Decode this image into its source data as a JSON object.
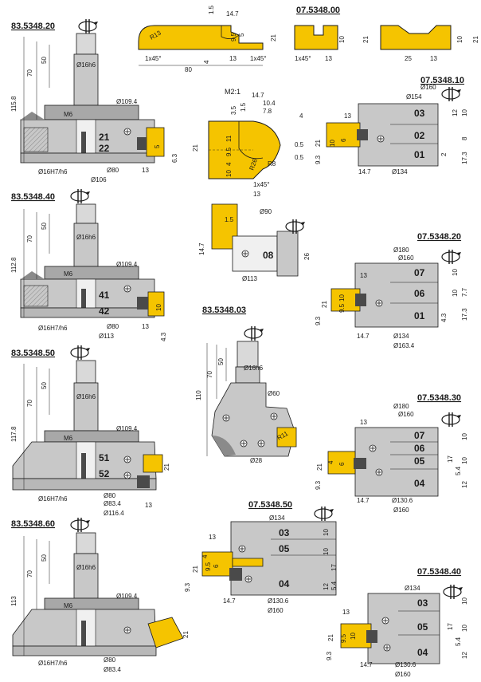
{
  "colors": {
    "yellow": "#f5c400",
    "grey": "#c8c8c8",
    "dark": "#4a4a4a",
    "line": "#1a1a1a",
    "light": "#e4e4e4"
  },
  "codes": {
    "c1": "83.5348.20",
    "c2": "07.5348.00",
    "c3": "07.5348.10",
    "c4": "83.5348.40",
    "c5": "07.5348.20",
    "c6": "83.5348.03",
    "c7": "83.5348.50",
    "c8": "07.5348.30",
    "c9": "07.5348.50",
    "c10": "83.5348.60",
    "c11": "07.5348.40"
  },
  "scale": "M2:1",
  "top_profile": {
    "d1": "14.7",
    "d2": "1.5",
    "d3": "R13",
    "d4": "9.5",
    "d5": "5",
    "d6": "21",
    "d7": "1x45°",
    "d8": "4",
    "d9": "13",
    "d10": "1x45°",
    "d11": "80"
  },
  "small_a": {
    "d1": "21",
    "d2": "10",
    "d3": "13",
    "d4": "1x45°"
  },
  "small_b": {
    "d1": "21",
    "d2": "10",
    "d3": "25",
    "d4": "13"
  },
  "tool1": {
    "h1": "115.8",
    "h2": "70",
    "h3": "50",
    "shank": "Ø16h6",
    "d1": "Ø109.4",
    "m": "M6",
    "n1": "21",
    "n2": "22",
    "bore": "Ø16H7/h6",
    "d2": "Ø80",
    "d3": "Ø106",
    "w1": "13",
    "w2": "6.3",
    "w3": "5"
  },
  "detail": {
    "a": "14.7",
    "b": "10.4",
    "c": "7.8",
    "d": "3.5",
    "e": "1.5",
    "f": "4",
    "g": "11",
    "h": "9.5",
    "i": "4",
    "j": "10",
    "k": "R26",
    "l": "R8",
    "m": "0.5",
    "n": "21",
    "o": "1x45°",
    "p": "13",
    "q": "0.5"
  },
  "t10": {
    "d1": "Ø160",
    "d2": "Ø154",
    "a": "03",
    "b": "02",
    "c": "01",
    "w1": "13",
    "w2": "12",
    "w3": "10",
    "w4": "8",
    "w5": "17.3",
    "w6": "2",
    "h1": "21",
    "h2": "9.3",
    "h3": "14.7",
    "d3": "Ø134",
    "x": "10",
    "y": "6"
  },
  "tool2": {
    "h1": "112.8",
    "h2": "70",
    "h3": "50",
    "shank": "Ø16h6",
    "d1": "Ø109.4",
    "m": "M6",
    "n1": "41",
    "n2": "42",
    "bore": "Ø16H7/h6",
    "d2": "Ø80",
    "d3": "Ø113",
    "w1": "13",
    "w2": "4.3",
    "w3": "10"
  },
  "t08": {
    "d1": "Ø90",
    "a": "1.5",
    "b": "14.7",
    "c": "08",
    "d": "26",
    "e": "Ø113"
  },
  "t20": {
    "d1": "Ø180",
    "d2": "Ø160",
    "a": "07",
    "b": "06",
    "c": "01",
    "w1": "13",
    "w2": "10",
    "w3": "7.7",
    "w4": "10",
    "w5": "17.3",
    "w6": "4.3",
    "h1": "21",
    "h2": "9.3",
    "h3": "14.7",
    "d3": "Ø134",
    "d4": "Ø163.4",
    "x": "10",
    "y": "9.5"
  },
  "t03": {
    "h1": "110",
    "h2": "70",
    "h3": "50",
    "shank": "Ø16h6",
    "d1": "Ø60",
    "r": "R11",
    "d2": "Ø28"
  },
  "tool3": {
    "h1": "117.8",
    "h2": "70",
    "h3": "50",
    "shank": "Ø16h6",
    "d1": "Ø109.4",
    "m": "M6",
    "n1": "51",
    "n2": "52",
    "bore": "Ø16H7/h6",
    "d2": "Ø80",
    "d3": "Ø83.4",
    "d4": "Ø116.4",
    "w1": "13",
    "w2": "21"
  },
  "t30": {
    "d1": "Ø180",
    "d2": "Ø160",
    "a": "07",
    "b": "06",
    "c": "05",
    "e": "04",
    "w1": "13",
    "w2": "10",
    "w3": "17",
    "w4": "10",
    "w5": "12",
    "w6": "5.4",
    "h1": "21",
    "h2": "9.3",
    "h3": "14.7",
    "d3": "Ø130.6",
    "d4": "Ø160",
    "x": "4",
    "y": "6"
  },
  "t50": {
    "d1": "Ø134",
    "a": "03",
    "b": "05",
    "c": "04",
    "w1": "13",
    "w2": "10",
    "w3": "17",
    "w4": "10",
    "w5": "12",
    "w6": "5.4",
    "h1": "21",
    "h2": "9.3",
    "h3": "14.7",
    "d3": "Ø130.6",
    "d4": "Ø160",
    "x": "4",
    "y": "9.5",
    "z": "6"
  },
  "tool4": {
    "h1": "113",
    "h2": "70",
    "h3": "50",
    "shank": "Ø16h6",
    "d1": "Ø109.4",
    "m": "M6",
    "bore": "Ø16H7/h6",
    "d2": "Ø80",
    "d3": "Ø83.4",
    "w1": "21"
  },
  "t40": {
    "d1": "Ø134",
    "a": "03",
    "b": "05",
    "c": "04",
    "w1": "13",
    "w2": "10",
    "w3": "17",
    "w4": "10",
    "w5": "12",
    "w6": "5.4",
    "h1": "21",
    "h2": "9.3",
    "h3": "14.7",
    "d3": "Ø130.6",
    "d4": "Ø160",
    "x": "9.5",
    "y": "10"
  }
}
